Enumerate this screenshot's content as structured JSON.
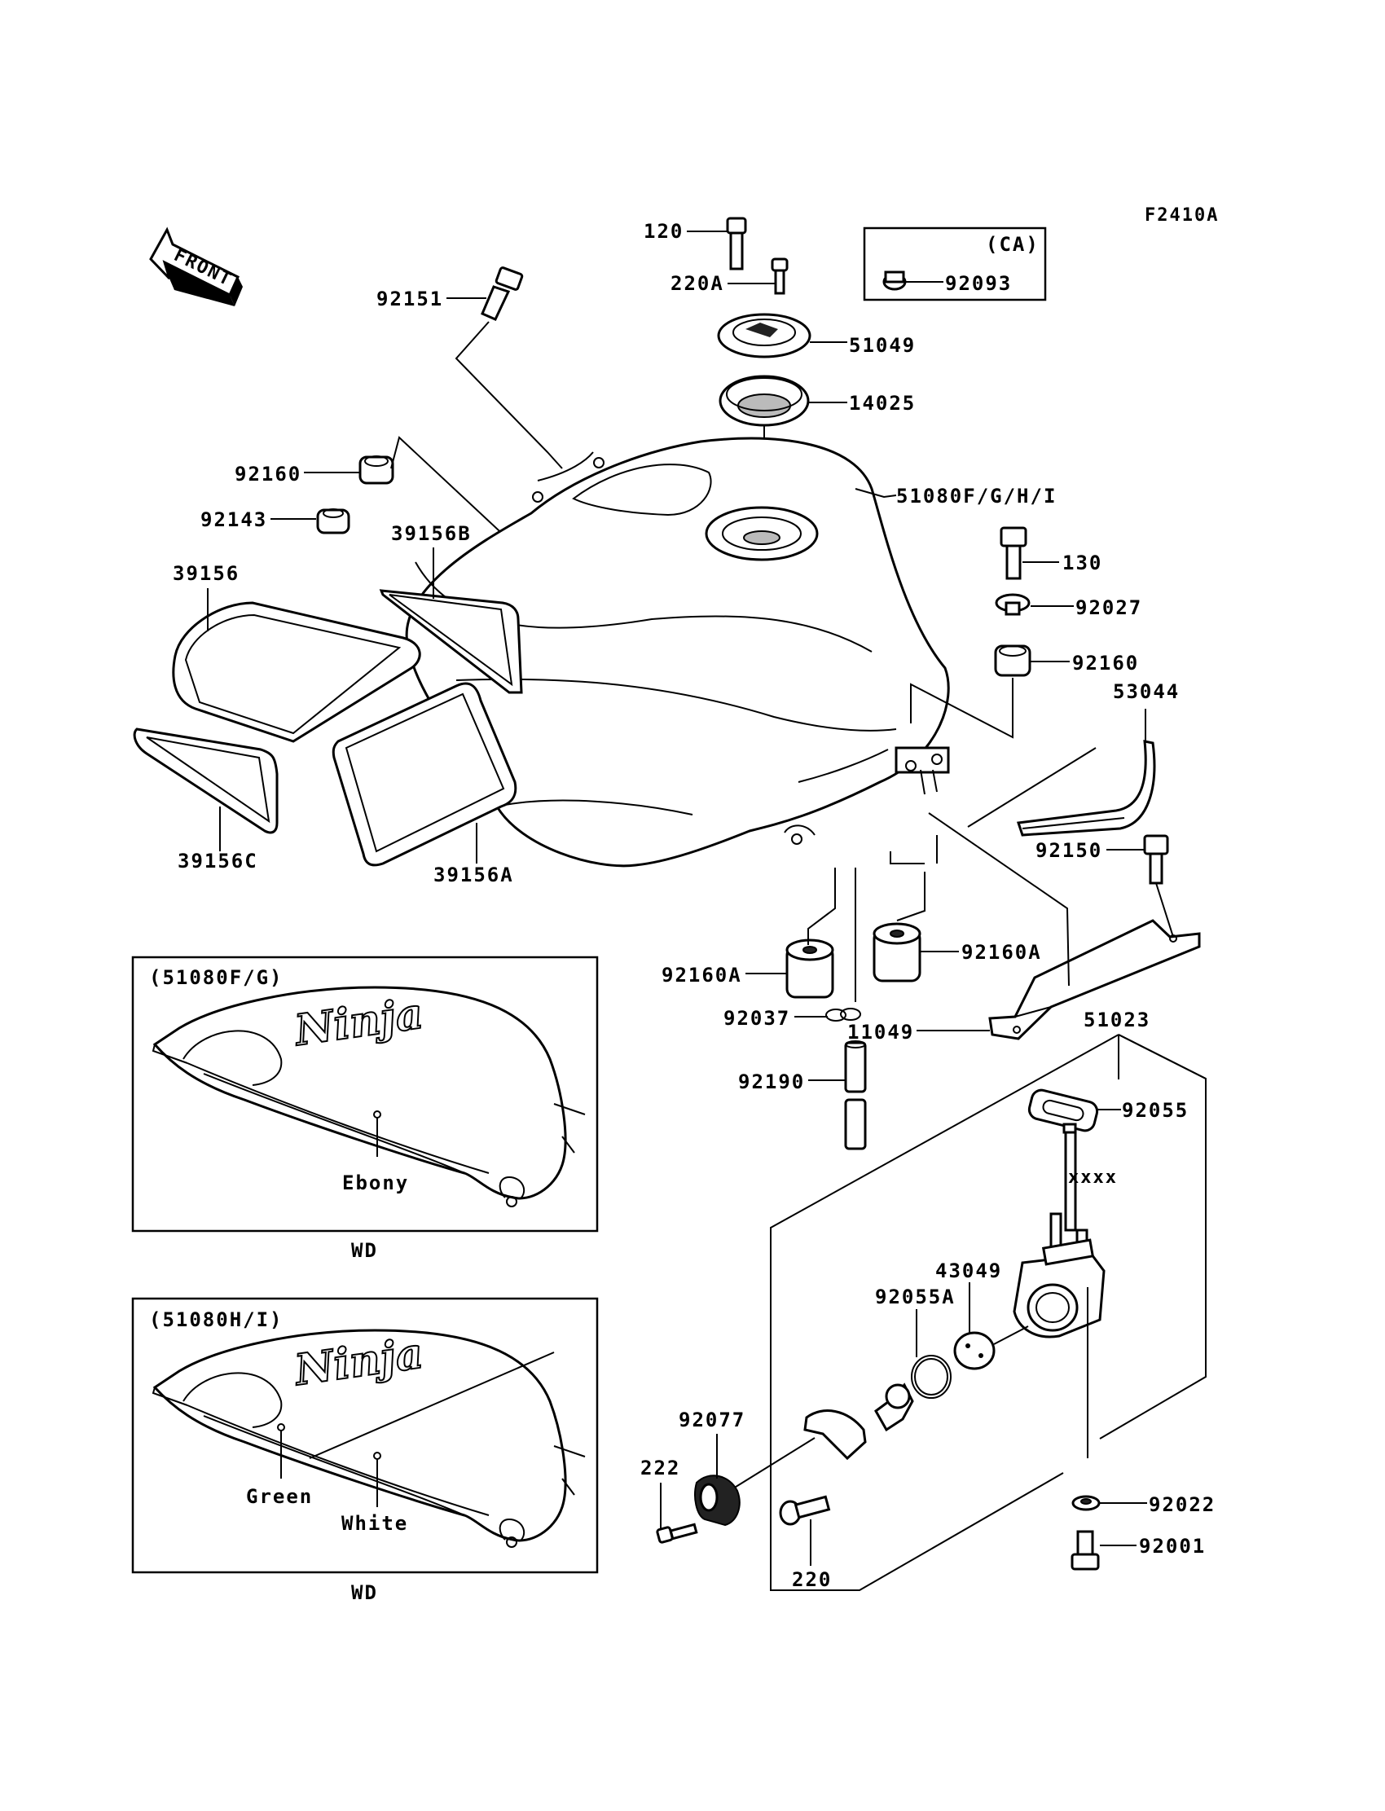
{
  "figure_code": "F2410A",
  "front_label": "FRONT",
  "callouts": {
    "p120": "120",
    "p220a": "220A",
    "p51049": "51049",
    "p14025": "14025",
    "p51080": "51080F/G/H/I",
    "p92151": "92151",
    "p92160_top": "92160",
    "p92143": "92143",
    "p39156b": "39156B",
    "p39156": "39156",
    "p39156c": "39156C",
    "p39156a": "39156A",
    "p130": "130",
    "p92027": "92027",
    "p92160_right": "92160",
    "p53044": "53044",
    "p92150": "92150",
    "p92160a_left": "92160A",
    "p92160a_right": "92160A",
    "p92037": "92037",
    "p11049": "11049",
    "p51023": "51023",
    "p92190": "92190",
    "p92055": "92055",
    "p43049": "43049",
    "p92055a": "92055A",
    "p92077": "92077",
    "p222": "222",
    "p220": "220",
    "p92022": "92022",
    "p92001": "92001"
  },
  "ca_box": {
    "title": "(CA)",
    "part": "92093"
  },
  "variant_fg": {
    "title": "(51080F/G)",
    "color1": "Ebony",
    "note": "WD"
  },
  "variant_hi": {
    "title": "(51080H/I)",
    "color1": "Green",
    "color2": "White",
    "note": "WD"
  },
  "decal_text": "Ninja"
}
